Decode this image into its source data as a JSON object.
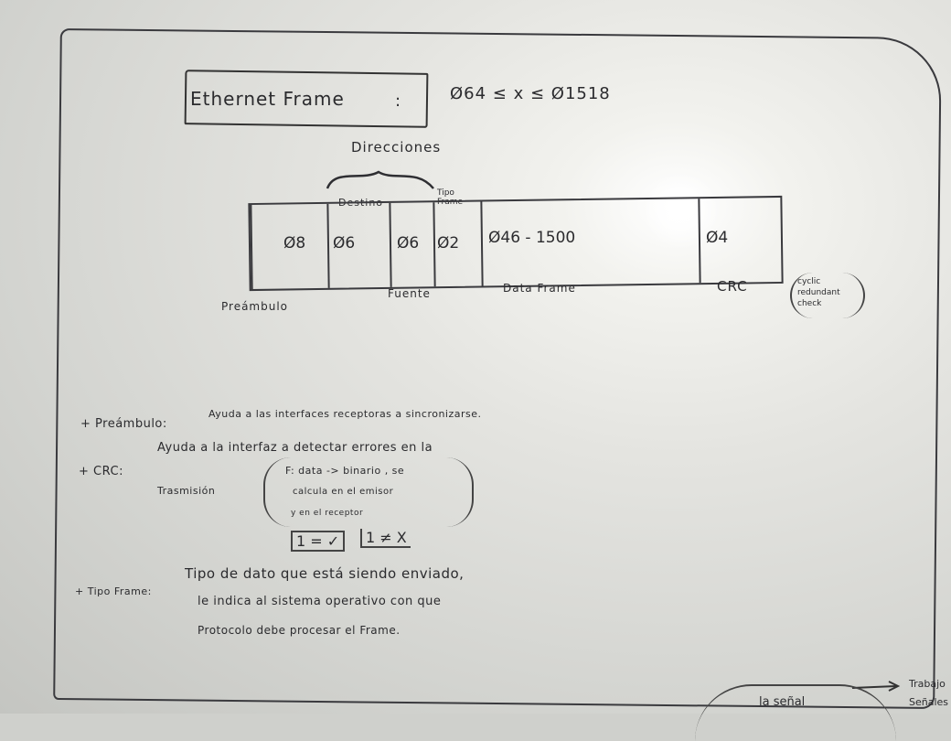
{
  "title": "Ethernet Frame",
  "title_colon": ":",
  "frame_size_range": "Ø64 ≤ x ≤ Ø1518",
  "direcciones_label": "Direcciones",
  "destino_label": "Destino",
  "tipo_frame_label": "Tipo Frame",
  "fields": [
    {
      "value": "Ø8",
      "label": "Preámbulo"
    },
    {
      "value": "Ø6",
      "label": ""
    },
    {
      "value": "Ø6",
      "label": "Fuente"
    },
    {
      "value": "Ø2",
      "label": ""
    },
    {
      "value": "Ø46 - 1500",
      "label": "Data Frame"
    },
    {
      "value": "Ø4",
      "label": "CRC"
    }
  ],
  "crc_note": "cyclic redundant check",
  "notes": {
    "preambulo_heading": "+ Preámbulo:",
    "preambulo_text": "Ayuda a las interfaces receptoras a sincronizarse.",
    "crc_heading": "+ CRC:",
    "crc_line1": "Ayuda a la interfaz a detectar errores en la",
    "crc_line2": "Trasmisión",
    "formula_line1": "F: data -> binario , se",
    "formula_line2": "calcula en el emisor",
    "formula_line3": "y en el receptor",
    "check_true": "1 = ✓",
    "check_false": "1 ≠ X",
    "tipo_heading": "+ Tipo Frame:",
    "tipo_line1": "Tipo de dato que está siendo enviado,",
    "tipo_line2": "le indica al sistema operativo con que",
    "tipo_line3": "Protocolo debe procesar el Frame."
  },
  "corner": {
    "top": "Trabajo",
    "bottom": "Señales",
    "arc_text": "la señal"
  }
}
